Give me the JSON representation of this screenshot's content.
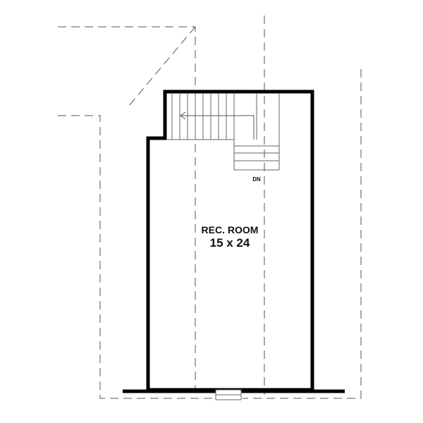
{
  "plan": {
    "room": {
      "name": "REC. ROOM",
      "dimensions": "15 x 24"
    },
    "stair": {
      "direction_label": "DN"
    },
    "colors": {
      "wall": "#000000",
      "dashed_line": "#555555",
      "stair_line": "#666666",
      "text": "#111111",
      "background": "#ffffff"
    }
  }
}
